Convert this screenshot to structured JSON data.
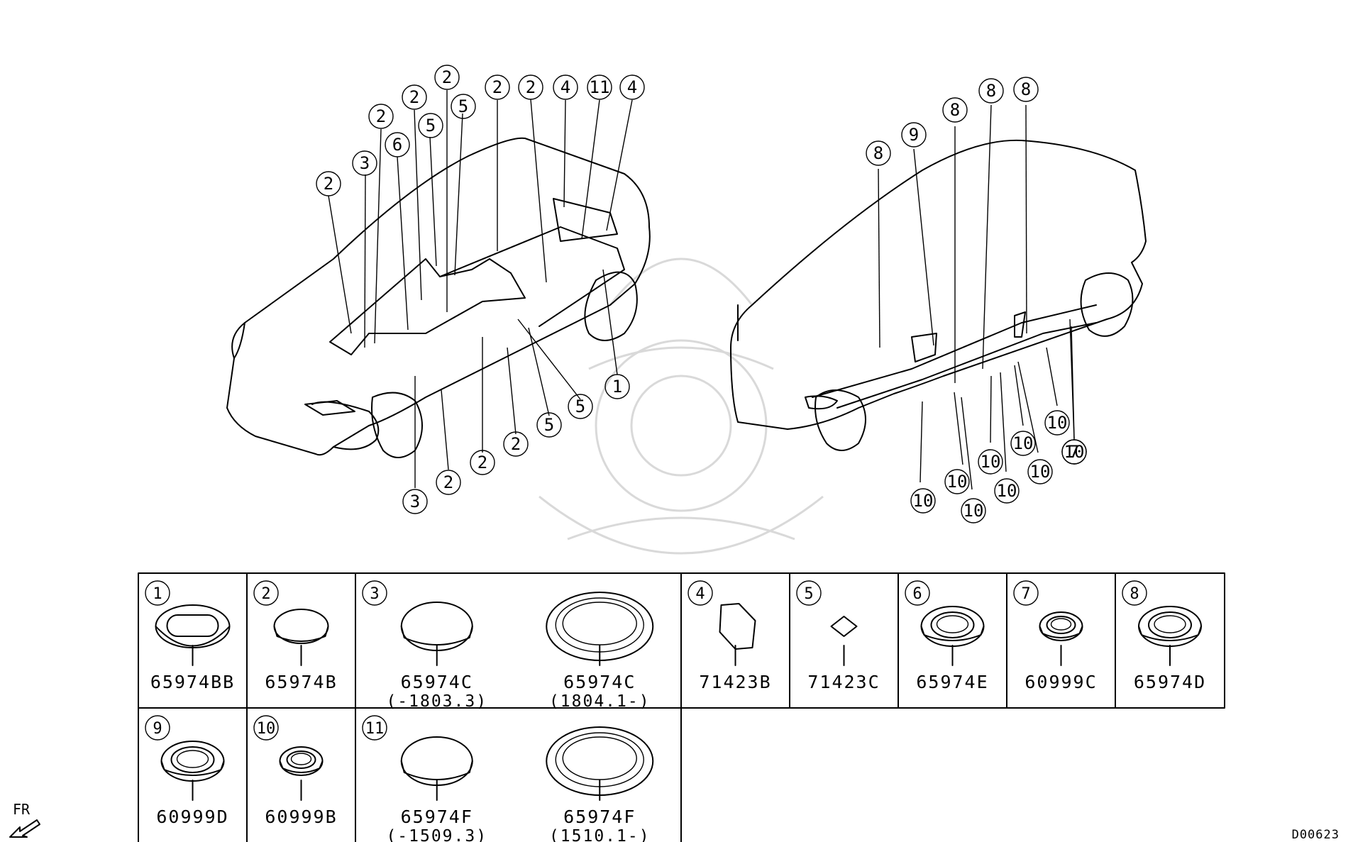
{
  "left_view": {
    "callouts": [
      "2",
      "3",
      "2",
      "6",
      "2",
      "5",
      "2",
      "5",
      "2",
      "2",
      "4",
      "11",
      "4",
      "1",
      "5",
      "5",
      "2",
      "2",
      "2",
      "3"
    ]
  },
  "right_view": {
    "callouts": [
      "8",
      "9",
      "8",
      "8",
      "8",
      "10",
      "10",
      "10",
      "10",
      "10",
      "10",
      "10",
      "10",
      "10",
      "7"
    ]
  },
  "parts_table": {
    "row1": [
      {
        "idx": "1",
        "parts": [
          {
            "number": "65974BB",
            "range": ""
          }
        ]
      },
      {
        "idx": "2",
        "parts": [
          {
            "number": "65974B",
            "range": ""
          }
        ]
      },
      {
        "idx": "3",
        "parts": [
          {
            "number": "65974C",
            "range": "(-1803.3)"
          },
          {
            "number": "65974C",
            "range": "(1804.1-)"
          }
        ]
      },
      {
        "idx": "4",
        "parts": [
          {
            "number": "71423B",
            "range": ""
          }
        ]
      },
      {
        "idx": "5",
        "parts": [
          {
            "number": "71423C",
            "range": ""
          }
        ]
      },
      {
        "idx": "6",
        "parts": [
          {
            "number": "65974E",
            "range": ""
          }
        ]
      },
      {
        "idx": "7",
        "parts": [
          {
            "number": "60999C",
            "range": ""
          }
        ]
      },
      {
        "idx": "8",
        "parts": [
          {
            "number": "65974D",
            "range": ""
          }
        ]
      }
    ],
    "row2": [
      {
        "idx": "9",
        "parts": [
          {
            "number": "60999D",
            "range": ""
          }
        ]
      },
      {
        "idx": "10",
        "parts": [
          {
            "number": "60999B",
            "range": ""
          }
        ]
      },
      {
        "idx": "11",
        "parts": [
          {
            "number": "65974F",
            "range": "(-1509.3)"
          },
          {
            "number": "65974F",
            "range": "(1510.1-)"
          }
        ]
      }
    ]
  },
  "direction": {
    "label": "FR",
    "icon": "front-arrow-icon"
  },
  "diagram_code": "D00623"
}
